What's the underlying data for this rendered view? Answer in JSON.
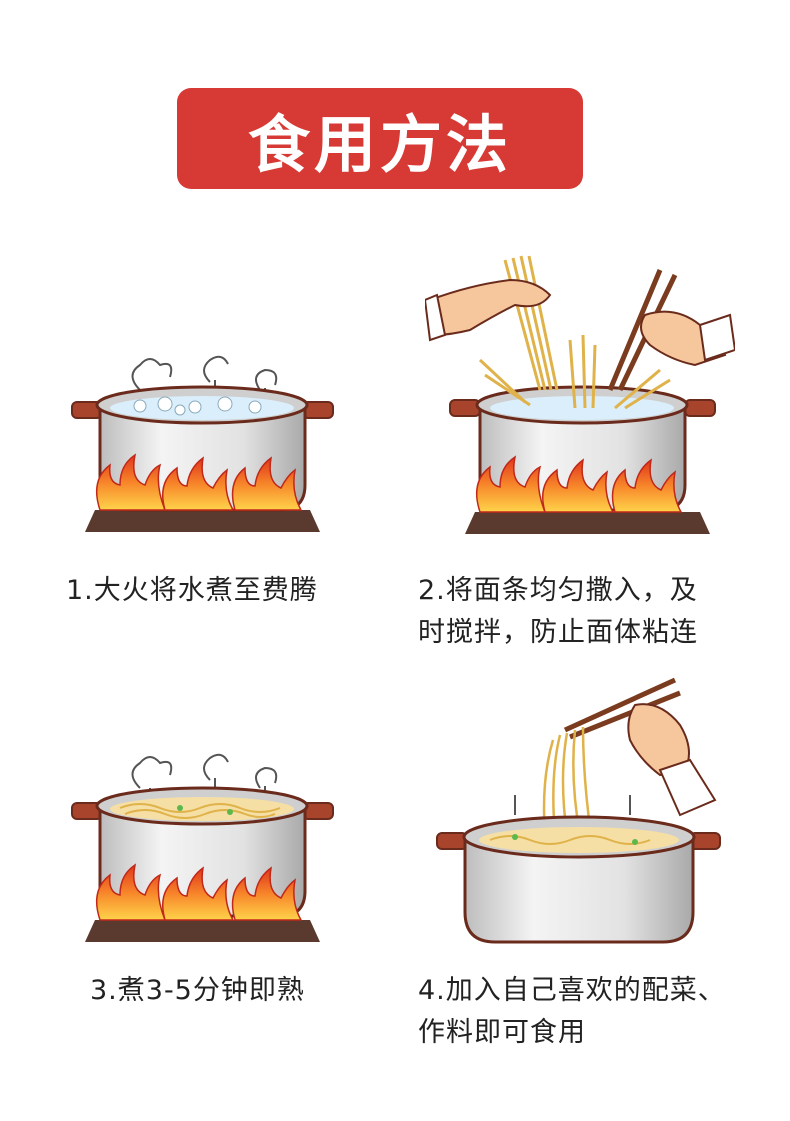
{
  "title": "食用方法",
  "steps": [
    {
      "lines": [
        "1.大火将水煮至费腾"
      ],
      "illustration": "boiling-pot-icon"
    },
    {
      "lines": [
        "2.将面条均匀撒入，及",
        "时搅拌，防止面体粘连"
      ],
      "illustration": "noodles-into-pot-icon"
    },
    {
      "lines": [
        "3.煮3-5分钟即熟"
      ],
      "illustration": "cooking-noodles-pot-icon"
    },
    {
      "lines": [
        "4.加入自己喜欢的配菜、",
        "作料即可食用"
      ],
      "illustration": "serving-noodles-pot-icon"
    }
  ],
  "colors": {
    "banner": "#d73a34",
    "pot_body": "#e6e6e6",
    "pot_outline": "#6b2b1c",
    "pot_handle": "#a8432c",
    "flame_outer": "#e8431f",
    "flame_inner": "#ffb92e",
    "stove": "#5a3a2e",
    "noodle": "#f2c866",
    "water": "#dbeefb"
  }
}
